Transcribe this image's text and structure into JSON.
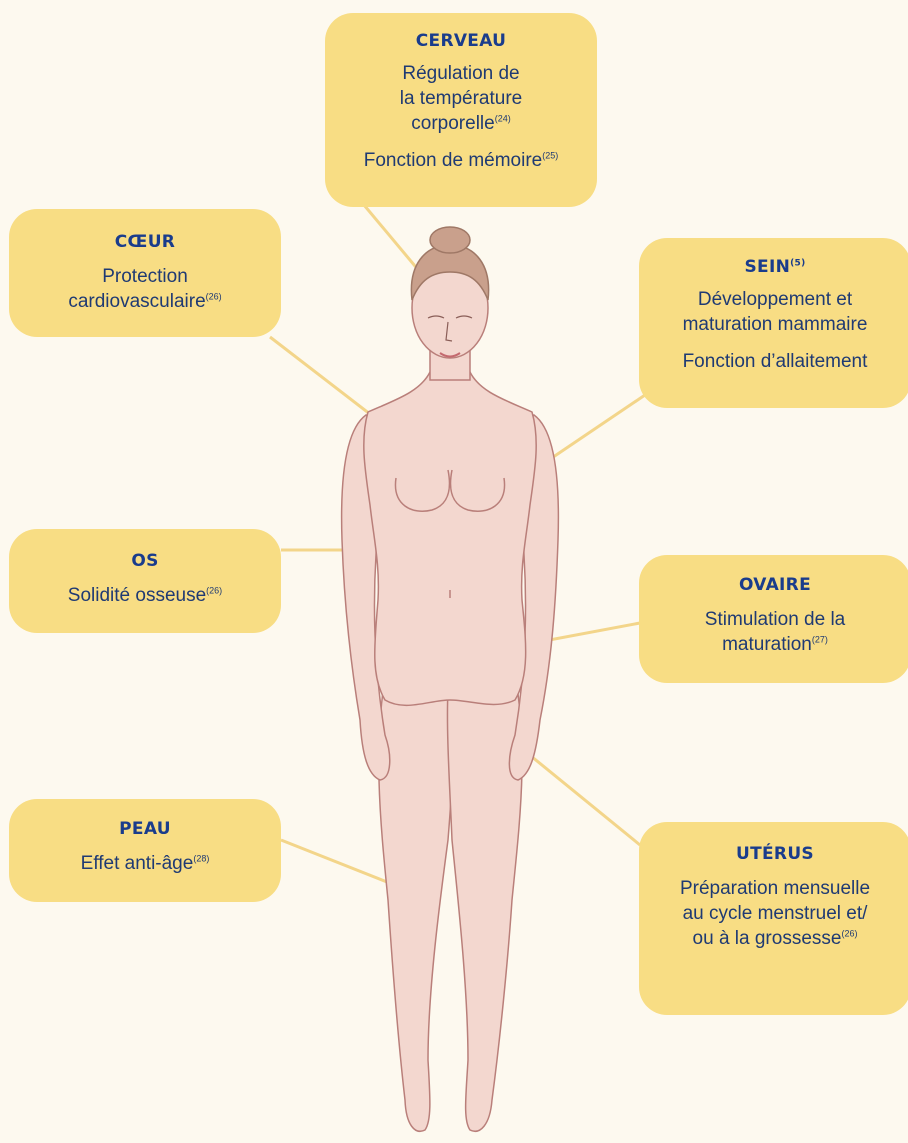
{
  "colors": {
    "background": "#fdf9ef",
    "card": "#f8dd84",
    "heading": "#1a3c8c",
    "text": "#1f3a73",
    "connector": "#f3d58a",
    "skin": "#f3d7cf",
    "skin_outline": "#b97f7a",
    "hair": "#c9a08c"
  },
  "organs": {
    "cerveau": {
      "title": "CERVEAU",
      "line1a": "Régulation de",
      "line1b": "la température",
      "line1c": "corporelle",
      "ref1": "(24)",
      "line2": "Fonction de mémoire",
      "ref2": "(25)"
    },
    "coeur": {
      "title": "CŒUR",
      "line1a": "Protection",
      "line1b": "cardiovasculaire",
      "ref1": "(26)"
    },
    "sein": {
      "title": "SEIN",
      "title_ref": "(5)",
      "line1a": "Développement et",
      "line1b": "maturation mammaire",
      "line2": "Fonction d’allaitement"
    },
    "os": {
      "title": "OS",
      "line1": "Solidité osseuse",
      "ref1": "(26)"
    },
    "ovaire": {
      "title": "OVAIRE",
      "line1a": "Stimulation de la",
      "line1b": "maturation",
      "ref1": "(27)"
    },
    "uterus": {
      "title": "UTÉRUS",
      "line1a": "Préparation mensuelle",
      "line1b": "au cycle menstruel et/",
      "line1c": "ou à la grossesse",
      "ref1": "(26)"
    },
    "peau": {
      "title": "PEAU",
      "line1": "Effet anti-âge",
      "ref1": "(28)"
    }
  }
}
